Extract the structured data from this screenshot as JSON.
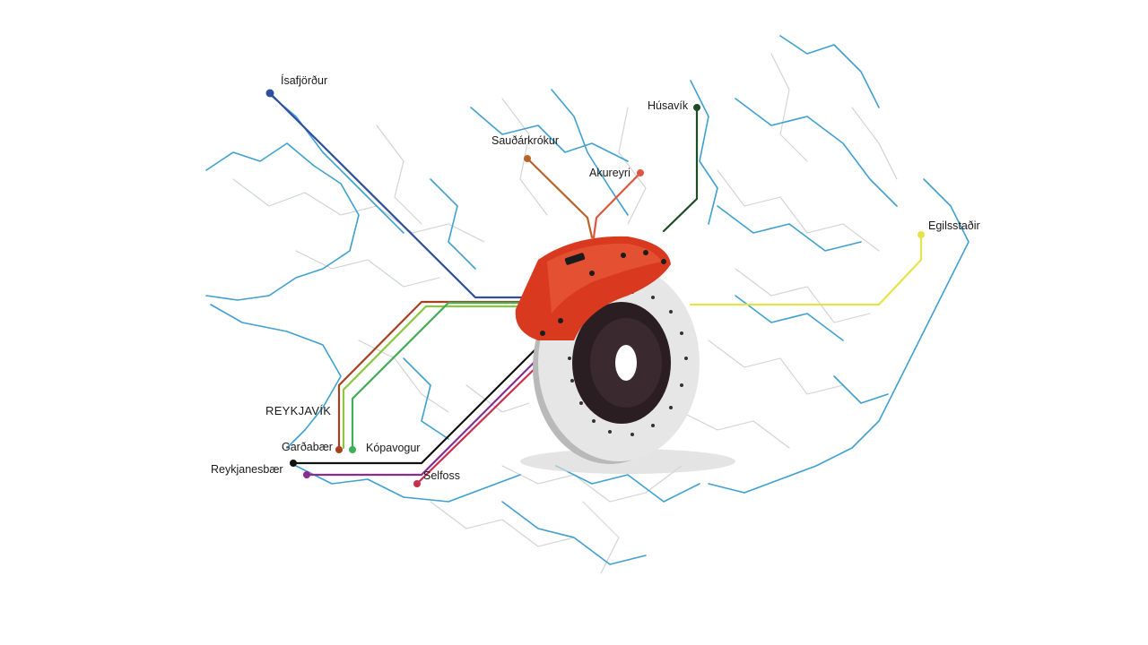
{
  "map": {
    "region_label": "REYKJAVÍK",
    "colors": {
      "river": "#3fa0cf",
      "road": "#cfd2d4",
      "caliper": "#d93a1f",
      "disc": "#e6e6e6",
      "hub": "#2a1e22"
    },
    "icon": "brake-disc-caliper-icon",
    "cities": [
      {
        "id": "isafjordur",
        "name": "Ísafjörður",
        "color": "#2f4f9e"
      },
      {
        "id": "saudarkrokur",
        "name": "Sauðárkrókur",
        "color": "#b5652a"
      },
      {
        "id": "akureyri",
        "name": "Akureyri",
        "color": "#e0553f"
      },
      {
        "id": "husavik",
        "name": "Húsavík",
        "color": "#1c4d25"
      },
      {
        "id": "egilsstadir",
        "name": "Egilsstaðir",
        "color": "#e6e34a"
      },
      {
        "id": "gardabaer",
        "name": "Garðabær",
        "color": "#a8401f"
      },
      {
        "id": "kopavogur",
        "name": "Kópavogur",
        "color": "#3fae55"
      },
      {
        "id": "reykjanesbaer",
        "name": "Reykjanesbær",
        "color": "#111111"
      },
      {
        "id": "selfoss",
        "name": "Selfoss",
        "color": "#c8304f"
      }
    ]
  }
}
